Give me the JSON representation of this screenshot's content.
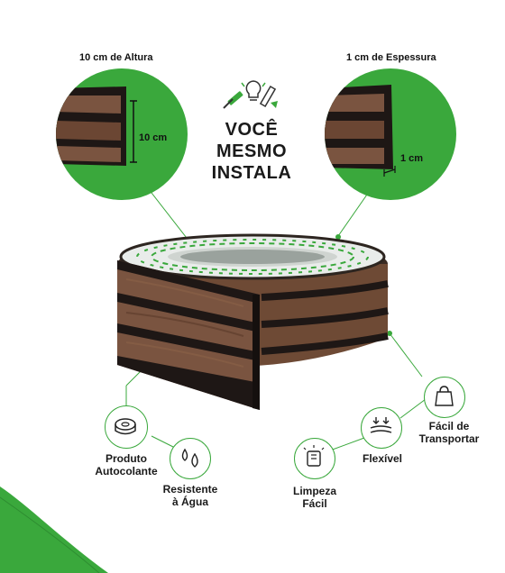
{
  "zoom_left": {
    "caption": "10 cm de Altura",
    "measure": "10 cm"
  },
  "zoom_right": {
    "caption": "1 cm de Espessura",
    "measure": "1 cm"
  },
  "headline": {
    "line1": "VOCÊ",
    "line2": "MESMO",
    "line3": "INSTALA"
  },
  "features": {
    "produto": {
      "line1": "Produto",
      "line2": "Autocolante",
      "icon": "tape-roll-icon"
    },
    "agua": {
      "line1": "Resistente",
      "line2": "à Água",
      "icon": "water-drops-icon"
    },
    "limpeza": {
      "line1": "Limpeza",
      "line2": "Fácil",
      "icon": "cleaning-hand-icon"
    },
    "flexivel": {
      "line1": "Flexível",
      "icon": "flex-arrows-icon"
    },
    "transportar": {
      "line1": "Fácil de",
      "line2": "Transportar",
      "icon": "bag-icon"
    }
  },
  "colors": {
    "accent_green": "#3aa83c",
    "wood": "#6e4a35",
    "slat_dark": "#1e1715"
  }
}
